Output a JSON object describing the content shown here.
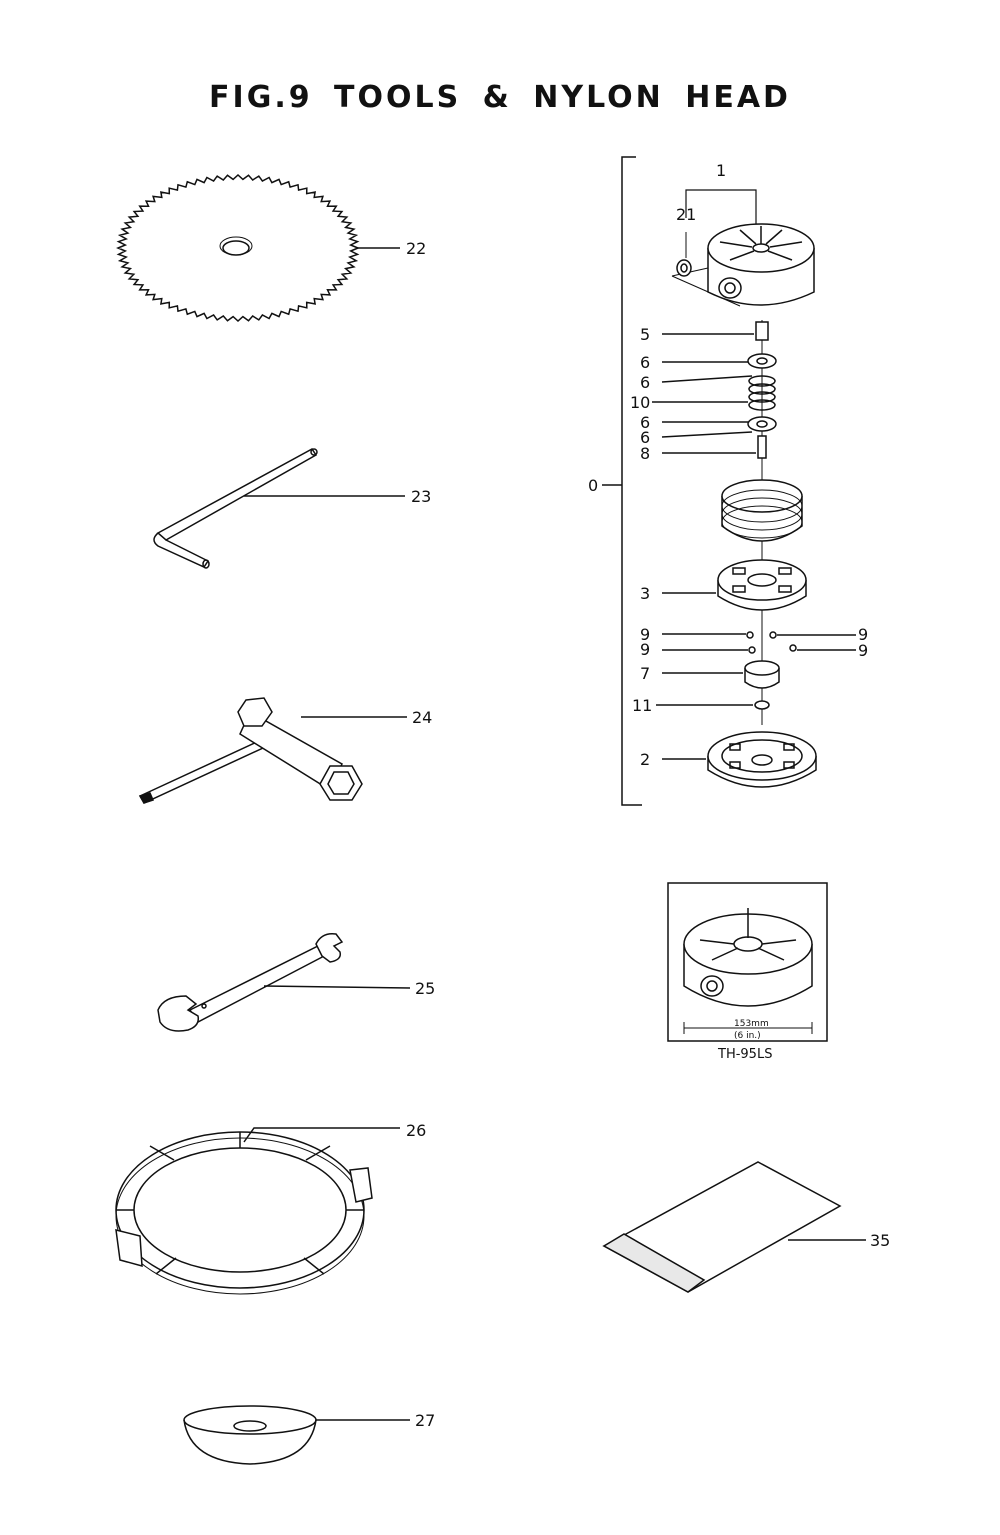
{
  "title": "FIG.9   TOOLS & NYLON HEAD",
  "callouts": {
    "c22": "22",
    "c23": "23",
    "c24": "24",
    "c25": "25",
    "c26": "26",
    "c27": "27",
    "c35": "35",
    "c0": "0",
    "c1": "1",
    "c21": "21",
    "c5": "5",
    "c6a": "6",
    "c6b": "6",
    "c10": "10",
    "c6c": "6",
    "c6d": "6",
    "c8": "8",
    "c3": "3",
    "c9a": "9",
    "c9b": "9",
    "c9c": "9",
    "c9d": "9",
    "c7": "7",
    "c11": "11",
    "c2": "2"
  },
  "inset": {
    "dimension_mm": "153mm",
    "dimension_in": "(6 in.)",
    "model": "TH-95LS"
  }
}
